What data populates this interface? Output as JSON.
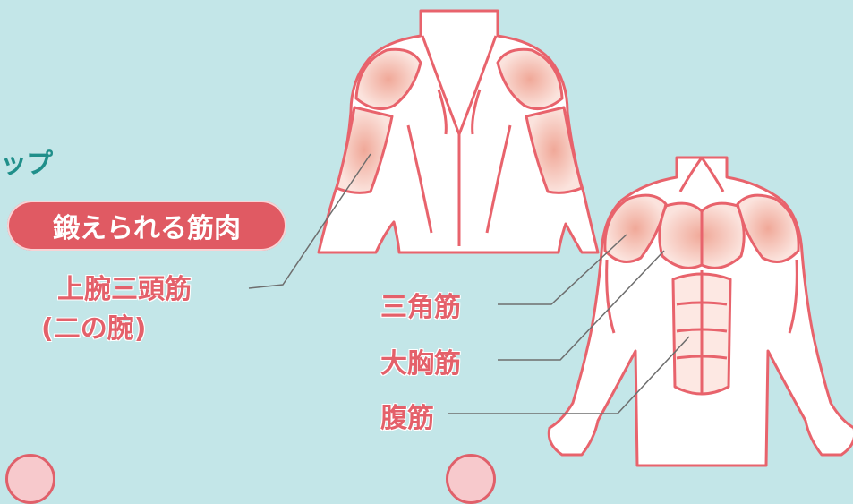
{
  "header": {
    "title_fragment": "ップ"
  },
  "badge": {
    "label": "鍛えられる筋肉"
  },
  "labels": {
    "triceps": "上腕三頭筋",
    "triceps_alt": "(二の腕)",
    "deltoid": "三角筋",
    "pectoral": "大胸筋",
    "abdominal": "腹筋"
  },
  "colors": {
    "background": "#c3e6e8",
    "accent": "#e05a63",
    "title": "#1f8f8a",
    "outline": "#e8636c",
    "muscle_highlight": "#f2b3a7"
  }
}
